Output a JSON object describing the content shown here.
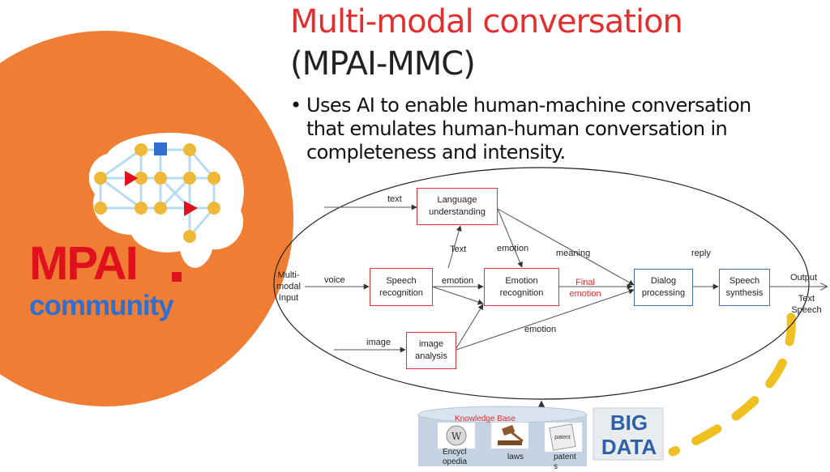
{
  "slide": {
    "title_line1": "Multi-modal conversation",
    "title_line2": "(MPAI-MMC)",
    "bullet_mark": "•",
    "bullet_text": "Uses AI to enable human-machine conversation that emulates human-human conversation in completeness and intensity."
  },
  "logo": {
    "mpai": "MPAI",
    "community": "community",
    "brain_icon": "brain-network-icon",
    "colors": {
      "orange": "#ef7d33",
      "red": "#e0101e",
      "blue": "#2e6fd0",
      "node": "#f0b838",
      "link": "#b7dcf2"
    }
  },
  "diagram": {
    "boxes": {
      "language_understanding": "Language understanding",
      "speech_recognition": "Speech recognition",
      "emotion_recognition": "Emotion recognition",
      "image_analysis": "image analysis",
      "dialog_processing": "Dialog processing",
      "speech_synthesis": "Speech synthesis"
    },
    "labels": {
      "text_in": "text",
      "text_mid": "Text",
      "emotion_top": "emotion",
      "meaning": "meaning",
      "reply": "reply",
      "voice": "voice",
      "emotion_mid": "emotion",
      "final_emotion": "Final emotion",
      "emotion_bottom": "emotion",
      "image": "image",
      "input": "Multi-modal Input",
      "output": "Output",
      "output_modes": "Text Speech"
    },
    "colors": {
      "red_border": "#d8353b",
      "blue_border": "#3f6fb7"
    }
  },
  "knowledge_base": {
    "title": "Knowledge Base",
    "items": [
      "Encycl opedia",
      "laws",
      "patent s"
    ],
    "icons": [
      "wikipedia-icon",
      "gavel-icon",
      "patent-icon"
    ],
    "big_data_image": "BIG DATA",
    "big_data_icon": "big-data-icon"
  }
}
